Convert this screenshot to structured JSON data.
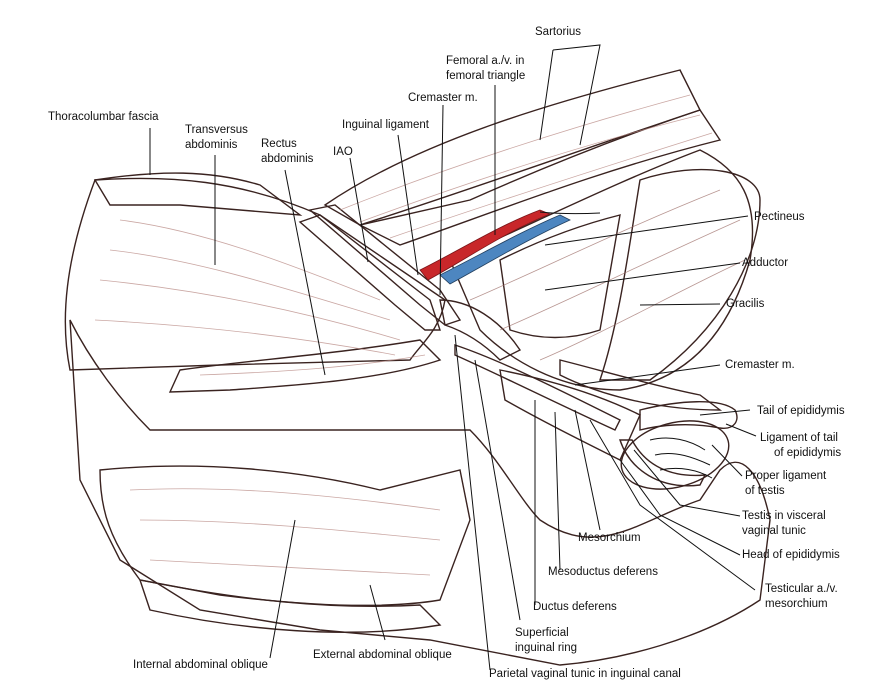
{
  "colors": {
    "muscle": "#d9aba3",
    "muscle_dark": "#b98179",
    "muscle_light": "#ecd2cc",
    "fascia": "#f1ecec",
    "fascia_shadow": "#cfc6c4",
    "artery": "#c8272a",
    "vein": "#4d86c0",
    "ductus": "#e9d3a6",
    "testis": "#eee8ef",
    "testis_vessel": "#5a3a60",
    "epididymis": "#c47a82"
  },
  "labels": {
    "sartorius": "Sartorius",
    "femoral": [
      "Femoral a./v. in",
      "femoral triangle"
    ],
    "cremaster_top": "Cremaster m.",
    "inguinal_ligament": "Inguinal ligament",
    "thoracolumbar": "Thoracolumbar fascia",
    "transversus": [
      "Transversus",
      "abdominis"
    ],
    "rectus": [
      "Rectus",
      "abdominis"
    ],
    "iao": "IAO",
    "pectineus": "Pectineus",
    "adductor": "Adductor",
    "gracilis": "Gracilis",
    "cremaster_right": "Cremaster m.",
    "tail_epididymis": "Tail of epididymis",
    "ligament_tail": [
      "Ligament of tail",
      "of epididymis"
    ],
    "proper_ligament": [
      "Proper ligament",
      "of testis"
    ],
    "testis_visceral": [
      "Testis in visceral",
      "vaginal tunic"
    ],
    "head_epididymis": "Head of epididymis",
    "testicular_av": [
      "Testicular a./v.",
      "mesorchium"
    ],
    "mesorchium": "Mesorchium",
    "mesoductus": "Mesoductus deferens",
    "ductus": "Ductus deferens",
    "superficial_ring": [
      "Superficial",
      "inguinal ring"
    ],
    "parietal_tunic": "Parietal vaginal tunic in inguinal canal",
    "external_oblique": "External abdominal oblique",
    "internal_oblique": "Internal abdominal oblique"
  }
}
